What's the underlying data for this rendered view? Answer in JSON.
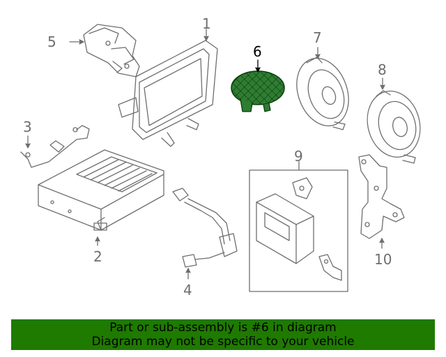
{
  "diagram": {
    "callouts": [
      {
        "id": "1",
        "label": "1"
      },
      {
        "id": "2",
        "label": "2"
      },
      {
        "id": "3",
        "label": "3"
      },
      {
        "id": "4",
        "label": "4"
      },
      {
        "id": "5",
        "label": "5"
      },
      {
        "id": "6",
        "label": "6",
        "highlighted": true
      },
      {
        "id": "7",
        "label": "7"
      },
      {
        "id": "8",
        "label": "8"
      },
      {
        "id": "9",
        "label": "9"
      },
      {
        "id": "10",
        "label": "10"
      }
    ],
    "line_color": "#6e6e6e",
    "highlight_color": "#2e7d32"
  },
  "banner": {
    "line1": "Part or sub-assembly is #6 in diagram",
    "line2": "Diagram may not be specific to your vehicle",
    "background": "#1f7a00"
  }
}
